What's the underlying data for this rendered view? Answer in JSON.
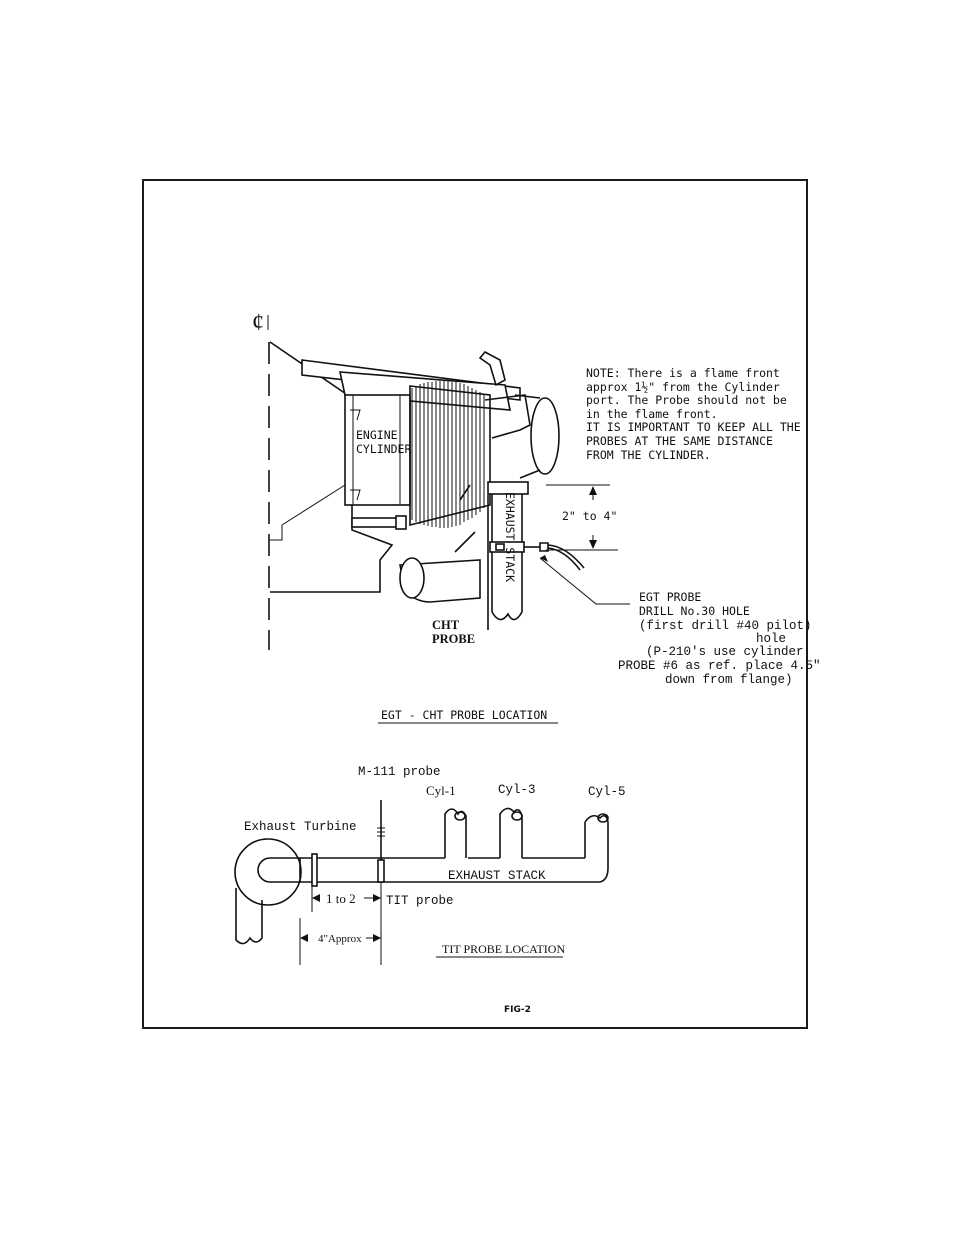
{
  "top": {
    "centerline_symbol": "¢",
    "engine_label": [
      "ENGINE",
      "CYLINDER"
    ],
    "exhaust_stack_vertical": "EXHAUST STACK",
    "dimension": "2\" to 4\"",
    "note_lines": [
      "NOTE:  There is a flame front",
      "approx 1½\" from the Cylinder",
      "port.  The Probe should not be",
      "in the flame front.",
      "IT IS IMPORTANT TO KEEP ALL THE",
      "PROBES AT THE SAME DISTANCE",
      "FROM THE CYLINDER."
    ],
    "egt_lines": [
      "EGT PROBE",
      "DRILL No.30 HOLE",
      "(first drill #40 pilot)",
      "hole",
      "(P-210's use cylinder",
      "PROBE #6 as ref. place 4.5\"",
      "down from flange)"
    ],
    "cht_label": [
      "CHT",
      "PROBE"
    ],
    "caption": "EGT - CHT  PROBE LOCATION"
  },
  "bottom": {
    "m111": "M-111 probe",
    "cylinders": [
      "Cyl-1",
      "Cyl-3",
      "Cyl-5"
    ],
    "turbine": "Exhaust Turbine",
    "stack": "EXHAUST STACK",
    "dim_small": "1 to 2",
    "tit_probe": "TIT probe",
    "dim_large": "4\"Approx",
    "caption": "TIT PROBE LOCATION"
  },
  "figure": "FIG-2"
}
